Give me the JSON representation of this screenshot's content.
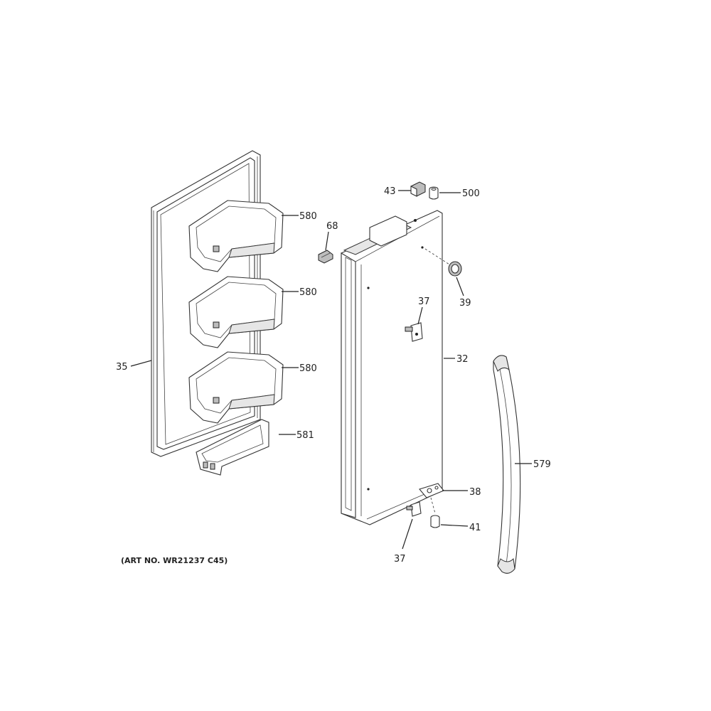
{
  "callouts": {
    "c35": "35",
    "c580a": "580",
    "c580b": "580",
    "c580c": "580",
    "c581": "581",
    "c68": "68",
    "c43": "43",
    "c500": "500",
    "c39": "39",
    "c37a": "37",
    "c32": "32",
    "c579": "579",
    "c38": "38",
    "c41": "41",
    "c37b": "37"
  },
  "art_number": "(ART NO. WR21237 C45)"
}
